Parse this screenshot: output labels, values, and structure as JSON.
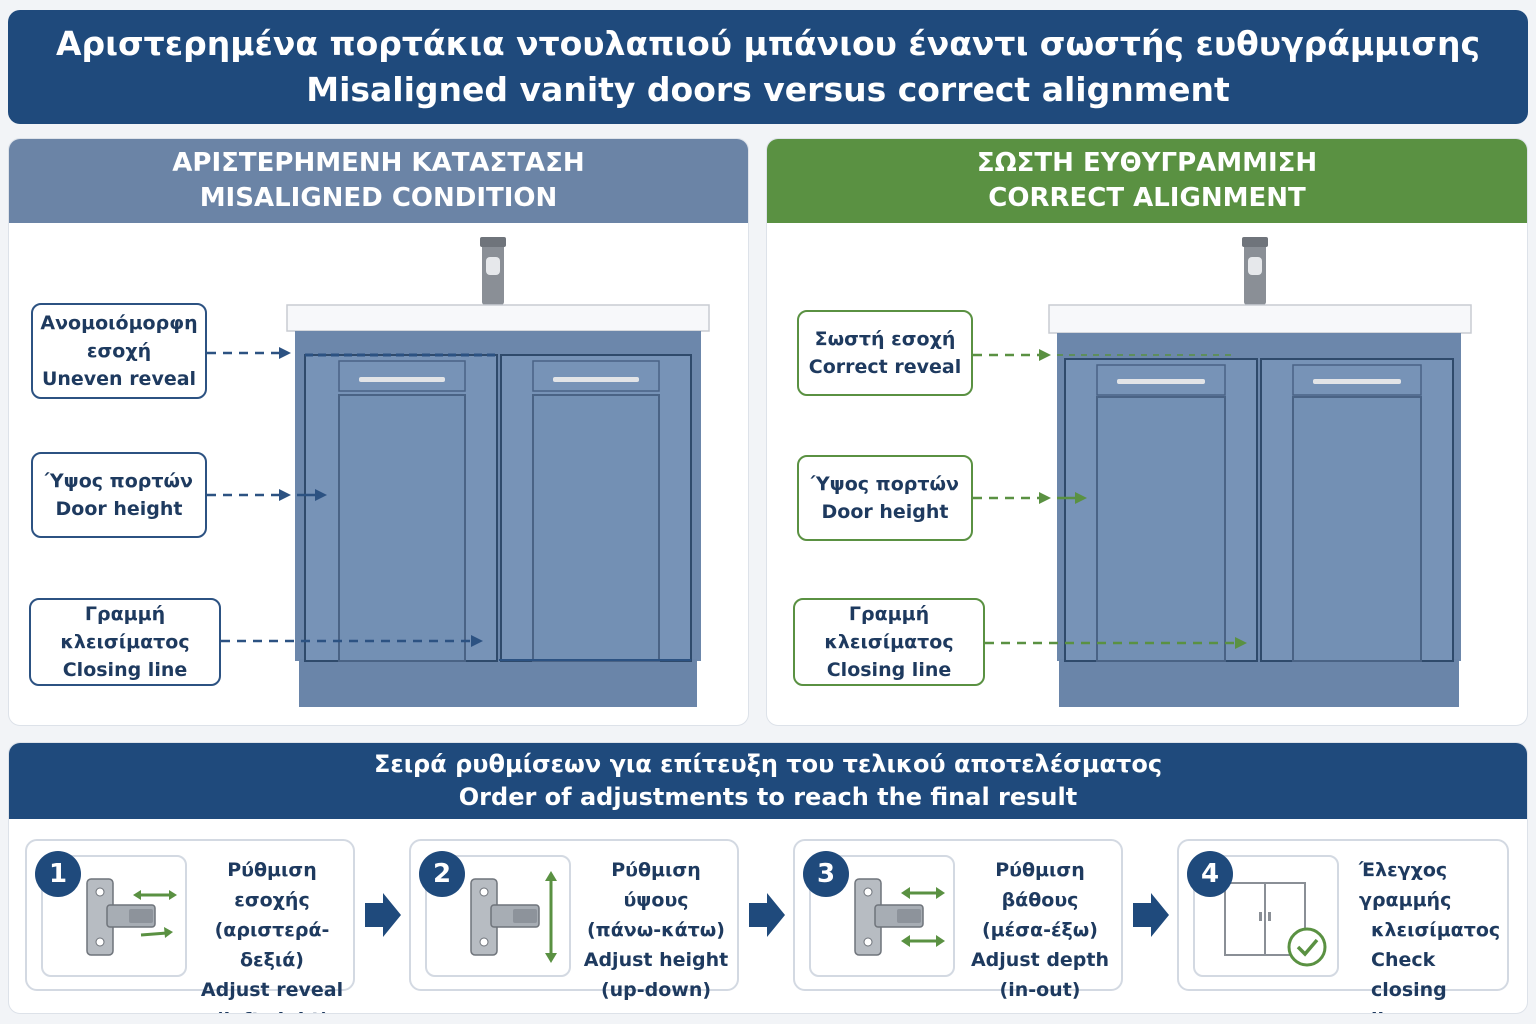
{
  "title": {
    "line_gr": "Αριστερημένα πορτάκια ντουλαπιού μπάνιου έναντι σωστής ευθυγράμμισης",
    "line_en": "Misaligned vanity doors versus correct alignment"
  },
  "misaligned": {
    "header_gr": "ΑΡΙΣΤΕΡΗΜΕΝΗ ΚΑΤΑΣΤΑΣΗ",
    "header_en": "MISALIGNED CONDITION",
    "callouts": [
      {
        "gr1": "Ανομοιόμορφη",
        "gr2": "εσοχή",
        "en": "Uneven reveal"
      },
      {
        "gr": "Ύψος πορτών",
        "en": "Door height"
      },
      {
        "gr": "Γραμμή κλεισίματος",
        "en": "Closing line"
      }
    ]
  },
  "correct": {
    "header_gr": "ΣΩΣΤΗ ΕΥΘΥΓΡΑΜΜΙΣΗ",
    "header_en": "CORRECT ALIGNMENT",
    "callouts": [
      {
        "gr": "Σωστή εσοχή",
        "en": "Correct reveal"
      },
      {
        "gr": "Ύψος πορτών",
        "en": "Door height"
      },
      {
        "gr": "Γραμμή κλεισίματος",
        "en": "Closing line"
      }
    ]
  },
  "steps": {
    "header_gr": "Σειρά ρυθμίσεων για επίτευξη του τελικού αποτελέσματος",
    "header_en": "Order of adjustments to reach the final result",
    "items": [
      {
        "num": "1",
        "gr1": "Ρύθμιση εσοχής",
        "gr2": "(αριστερά-δεξιά)",
        "en1": "Adjust reveal",
        "en2": "(left-right)",
        "icon": "hinge-left-right-icon"
      },
      {
        "num": "2",
        "gr1": "Ρύθμιση ύψους",
        "gr2": "(πάνω-κάτω)",
        "en1": "Adjust height",
        "en2": "(up-down)",
        "icon": "hinge-up-down-icon"
      },
      {
        "num": "3",
        "gr1": "Ρύθμιση βάθους",
        "gr2": "(μέσα-έξω)",
        "en1": "Adjust depth",
        "en2": "(in-out)",
        "icon": "hinge-in-out-icon"
      },
      {
        "num": "4",
        "gr1": "Έλεγχος γραμμής",
        "gr2": "κλεισίματος",
        "en1": "Check closing",
        "en2": "line",
        "icon": "cabinet-check-icon"
      }
    ]
  },
  "colors": {
    "navy": "#1f4a7c",
    "slate_header": "#6b84a6",
    "green_header": "#5a9142",
    "cabinet": "#6c87ab",
    "arrow_blue": "#2c5282",
    "arrow_green": "#5a9142"
  }
}
